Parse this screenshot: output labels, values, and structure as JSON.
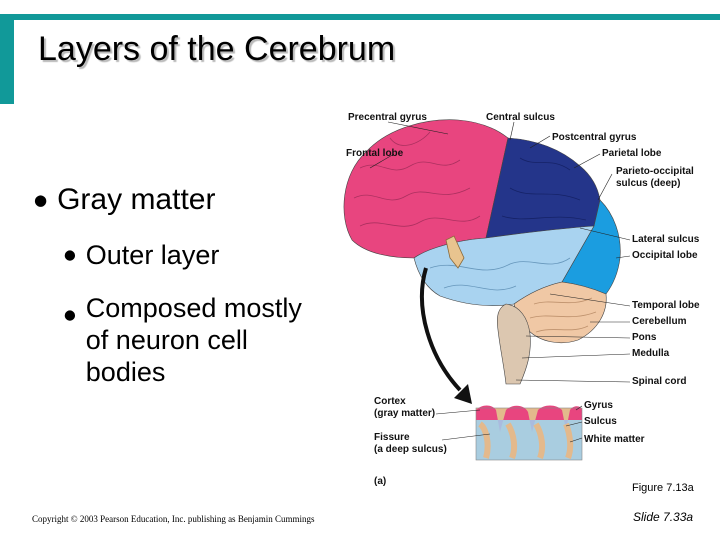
{
  "slide": {
    "title": "Layers of the Cerebrum",
    "bullets": {
      "main": "Gray matter",
      "sub1": "Outer layer",
      "sub2": "Composed mostly of neuron cell bodies"
    },
    "bullet_glyph": "●"
  },
  "figure": {
    "labels": {
      "precentral_gyrus": "Precentral gyrus",
      "central_sulcus": "Central sulcus",
      "postcentral_gyrus": "Postcentral gyrus",
      "frontal_lobe": "Frontal lobe",
      "parietal_lobe": "Parietal lobe",
      "parieto_occipital_1": "Parieto-occipital",
      "parieto_occipital_2": "sulcus (deep)",
      "lateral_sulcus": "Lateral sulcus",
      "occipital_lobe": "Occipital lobe",
      "temporal_lobe": "Temporal lobe",
      "cerebellum": "Cerebellum",
      "pons": "Pons",
      "medulla": "Medulla",
      "spinal_cord": "Spinal cord",
      "cortex_1": "Cortex",
      "cortex_2": "(gray matter)",
      "fissure_1": "Fissure",
      "fissure_2": "(a deep sulcus)",
      "gyrus": "Gyrus",
      "sulcus": "Sulcus",
      "white_matter": "White matter",
      "panel": "(a)"
    },
    "colors": {
      "frontal": "#e8457f",
      "parietal": "#24358a",
      "occipital": "#1b9de0",
      "temporal": "#a9d3f0",
      "cerebellum": "#f0c8a5",
      "brainstem": "#dcc7b0"
    }
  },
  "footer": {
    "caption": "Figure 7.13a",
    "copyright": "Copyright © 2003 Pearson Education, Inc. publishing as Benjamin Cummings",
    "slide_number": "Slide 7.33a"
  }
}
